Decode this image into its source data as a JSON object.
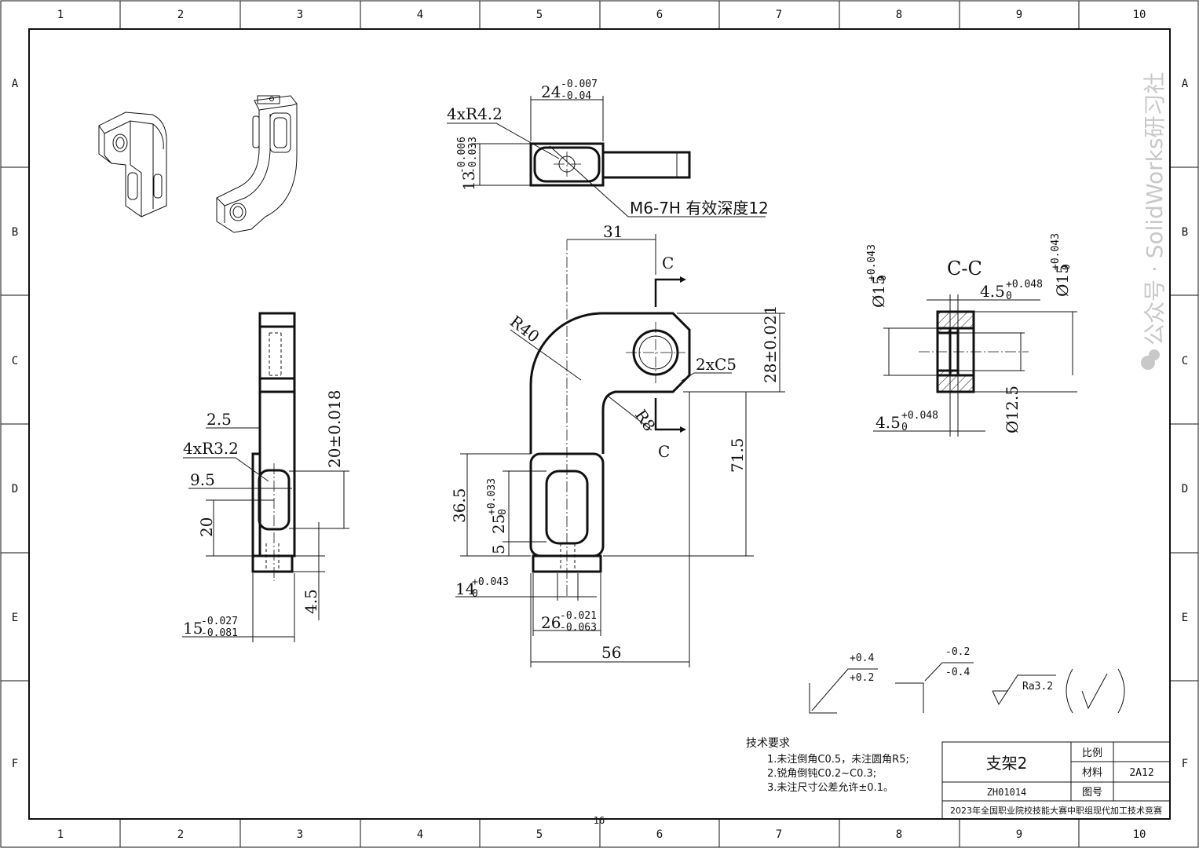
{
  "zones": {
    "cols": [
      "1",
      "2",
      "3",
      "4",
      "5",
      "6",
      "7",
      "8",
      "9",
      "10"
    ],
    "rows": [
      "A",
      "B",
      "C",
      "D",
      "E",
      "F"
    ]
  },
  "watermark": "公众号 · SolidWorks研习社",
  "top_view": {
    "width_dim": "24",
    "width_tol_upper": "-0.007",
    "width_tol_lower": "-0.04",
    "radius_label": "4xR4.2",
    "height_dim": "13",
    "height_tol_upper": "-0.006",
    "height_tol_lower": "-0.033",
    "thread_note": "M6-7H 有效深度12"
  },
  "front_view": {
    "dim_31": "31",
    "r40": "R40",
    "r8": "R8",
    "chamfer": "2xC5",
    "dim_28": "28±0.021",
    "dim_71_5": "71.5",
    "dim_36_5": "36.5",
    "dim_25": "25",
    "dim_25_tol_upper": "+0.033",
    "dim_25_tol_lower": "0",
    "dim_5": "5",
    "dim_14": "14",
    "dim_14_tol_upper": "+0.043",
    "dim_14_tol_lower": "0",
    "dim_26": "26",
    "dim_26_tol_upper": "-0.021",
    "dim_26_tol_lower": "-0.063",
    "dim_56": "56",
    "section_mark": "C"
  },
  "side_view": {
    "dim_2_5": "2.5",
    "radius_label": "4xR3.2",
    "dim_9_5": "9.5",
    "dim_20_tol": "20±0.018",
    "dim_20": "20",
    "dim_4_5": "4.5",
    "dim_15": "15",
    "dim_15_tol_upper": "-0.027",
    "dim_15_tol_lower": "-0.081"
  },
  "section_view": {
    "title": "C-C",
    "left_dia": "Ø15",
    "left_dia_tol_upper": "+0.043",
    "left_dia_tol_lower": "0",
    "right_dia": "Ø15",
    "right_dia_tol_upper": "+0.043",
    "right_dia_tol_lower": "0",
    "top_depth": "4.5",
    "top_depth_tol_upper": "+0.048",
    "top_depth_tol_lower": "0",
    "bottom_depth": "4.5",
    "bottom_depth_tol_upper": "+0.048",
    "bottom_depth_tol_lower": "0",
    "inner_dia": "Ø12.5"
  },
  "symbols": {
    "tol1_upper": "+0.4",
    "tol1_lower": "+0.2",
    "tol2_upper": "-0.2",
    "tol2_lower": "-0.4",
    "roughness": "Ra3.2"
  },
  "notes": {
    "heading": "技术要求",
    "items": [
      "1.未注倒角C0.5，未注圆角R5;",
      "2.锐角倒钝C0.2~C0.3;",
      "3.未注尺寸公差允许±0.1。"
    ]
  },
  "title_block": {
    "part_name": "支架2",
    "scale_label": "比例",
    "material_label": "材料",
    "material_value": "2A12",
    "drawing_no_label": "图号",
    "code": "ZH01014",
    "competition": "2023年全国职业院校技能大赛中职组现代加工技术竞赛"
  },
  "page_number": "16"
}
